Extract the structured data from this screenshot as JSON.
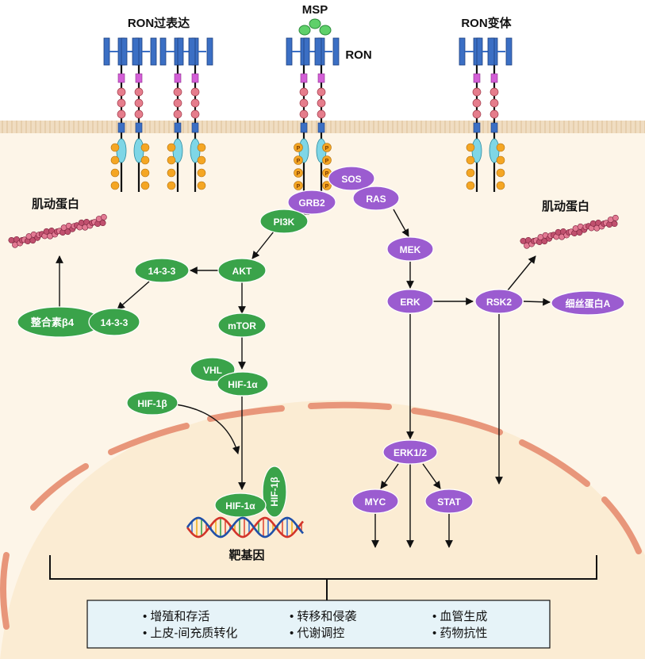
{
  "receptors": {
    "overexpression_label": "RON过表达",
    "ligand_label": "MSP",
    "receptor_label": "RON",
    "variant_label": "RON变体",
    "phospho_label": "P"
  },
  "nodes": {
    "grb2": "GRB2",
    "sos": "SOS",
    "ras": "RAS",
    "pi3k": "PI3K",
    "akt": "AKT",
    "p14_3_3_top": "14-3-3",
    "integrin": "整合素β4",
    "p14_3_3_bottom": "14-3-3",
    "mtor": "mTOR",
    "vhl": "VHL",
    "hif1a": "HIF-1α",
    "hif1b": "HIF-1β",
    "hif1a_nuclear": "HIF-1α",
    "hif1b_nuclear": "HIF-1β",
    "mek": "MEK",
    "erk": "ERK",
    "rsk2": "RSK2",
    "filamin": "细丝蛋白A",
    "erk12": "ERK1/2",
    "myc": "MYC",
    "stat": "STAT"
  },
  "labels": {
    "actin_left": "肌动蛋白",
    "actin_right": "肌动蛋白",
    "target_genes": "靶基因"
  },
  "outcomes": [
    "• 增殖和存活",
    "• 上皮-间充质转化",
    "• 转移和侵袭",
    "• 代谢调控",
    "• 血管生成",
    "• 药物抗性"
  ],
  "colors": {
    "green_node": "#3aa34a",
    "purple_node": "#9b5cd0",
    "membrane": "#f3e2c8",
    "nucleus_border": "#e8967a",
    "receptor_blue": "#3b6fc4",
    "outcome_box": "#e6f3f8"
  }
}
